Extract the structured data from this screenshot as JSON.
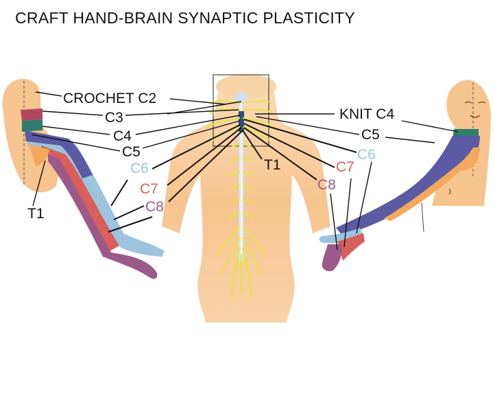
{
  "title": "CRAFT HAND-BRAIN SYNAPTIC PLASTICITY",
  "labels": {
    "crochet_c2": "CROCHET C2",
    "knit_c4": "KNIT C4",
    "left_c3": "C3",
    "left_c4": "C4",
    "left_c5": "C5",
    "left_c6": "C6",
    "left_c7": "C7",
    "left_c8": "C8",
    "left_t1": "T1",
    "center_t1": "T1",
    "right_c5": "C5",
    "right_c6": "C6",
    "right_c7": "C7",
    "right_c8": "C8"
  },
  "colors": {
    "c2": "#a8d0e6",
    "c3": "#b3475f",
    "c4": "#2e7d6e",
    "c5": "#5b5aa3",
    "c6": "#9cc4de",
    "c7": "#d85f5a",
    "c8": "#9b5a8a",
    "t1": "#f2a95e",
    "skin": "#f6c48e",
    "nerve": "#e6e34a"
  }
}
